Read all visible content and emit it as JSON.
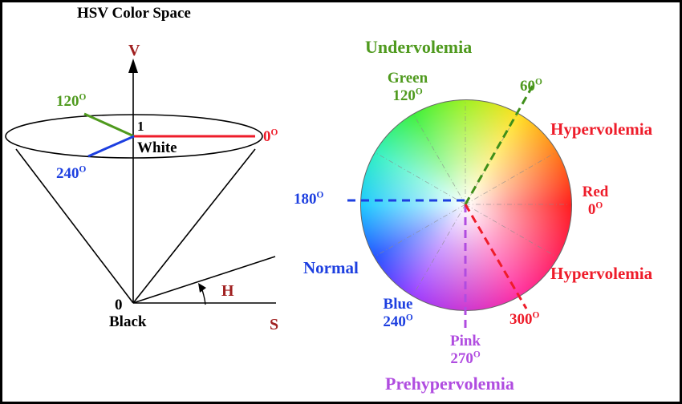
{
  "title": "HSV Color Space",
  "cone": {
    "axis_v": "V",
    "axis_s": "S",
    "axis_h": "H",
    "top_value": "1",
    "top_color": "White",
    "bottom_value": "0",
    "bottom_color": "Black",
    "angle_green": "120",
    "angle_blue": "240",
    "angle_red": "0",
    "degree_mark": "O"
  },
  "wheel": {
    "zone_top": "Undervolemia",
    "zone_right_upper": "Hypervolemia",
    "zone_right_lower": "Hypervolemia",
    "zone_left": "Normal",
    "zone_bottom": "Prehypervolemia",
    "green_name": "Green",
    "green_angle": "120",
    "angle_60": "60",
    "red_name": "Red",
    "red_angle": "0",
    "angle_180": "180",
    "angle_300": "300",
    "blue_name": "Blue",
    "blue_angle": "240",
    "pink_name": "Pink",
    "pink_angle": "270",
    "degree_mark": "O"
  },
  "colors": {
    "green_text": "#4f9a1e",
    "red_text": "#ee1c2a",
    "blue_text": "#1d3fe0",
    "purple_text": "#b04ce0",
    "axis_text": "#a02020",
    "black_text": "#000000"
  }
}
